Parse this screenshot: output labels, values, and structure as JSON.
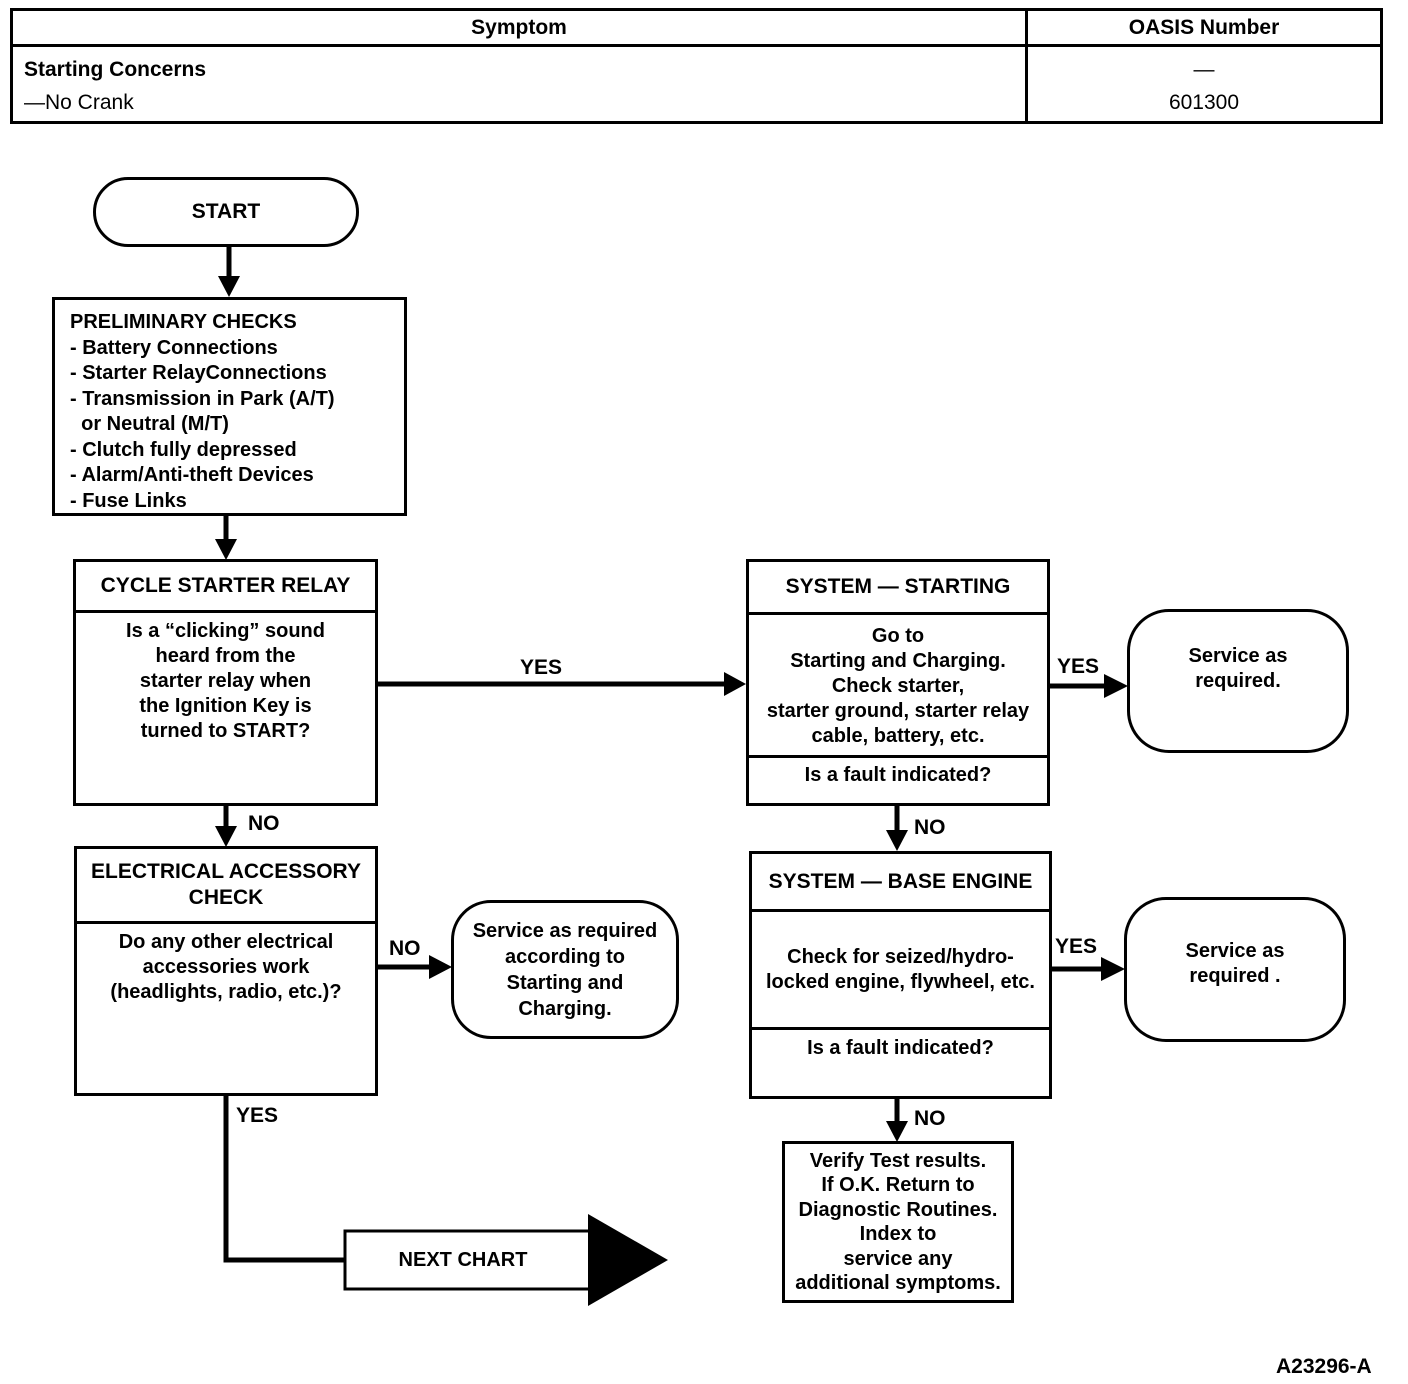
{
  "table": {
    "headers": {
      "symptom": "Symptom",
      "oasis": "OASIS Number"
    },
    "rows": [
      {
        "symptom": "Starting Concerns",
        "oasis": "—"
      },
      {
        "symptom": "—No Crank",
        "oasis": "601300"
      }
    ]
  },
  "flow": {
    "start": "START",
    "preliminary": {
      "title": "PRELIMINARY CHECKS",
      "items": [
        "- Battery Connections",
        "- Starter RelayConnections",
        "- Transmission in Park (A/T)",
        "  or Neutral (M/T)",
        "- Clutch fully depressed",
        "- Alarm/Anti-theft Devices",
        "- Fuse Links"
      ]
    },
    "cycle_relay": {
      "title": "CYCLE STARTER RELAY",
      "question": "Is a “clicking” sound\nheard from the\nstarter relay when\nthe Ignition Key is\nturned to START?"
    },
    "electrical_check": {
      "title": "ELECTRICAL ACCESSORY\nCHECK",
      "question": "Do any other electrical\naccessories work\n(headlights, radio, etc.)?"
    },
    "service_charging": "Service as required\naccording to\nStarting and\nCharging.",
    "system_starting": {
      "title": "SYSTEM — STARTING",
      "body": "Go to\nStarting and Charging.\nCheck starter,\nstarter ground, starter relay\ncable, battery, etc.",
      "question": "Is a fault indicated?"
    },
    "service_1": "Service as\nrequired.",
    "system_base": {
      "title": "SYSTEM — BASE ENGINE",
      "body": "Check for seized/hydro-\nlocked engine, flywheel, etc.",
      "question": "Is a fault indicated?"
    },
    "service_2": "Service as\nrequired .",
    "verify": "Verify Test results.\nIf O.K. Return to\nDiagnostic Routines.\nIndex to\nservice any\nadditional symptoms.",
    "next_chart": "NEXT CHART",
    "labels": {
      "yes_relay": "YES",
      "no_relay": "NO",
      "no_electrical": "NO",
      "yes_electrical": "YES",
      "yes_starting": "YES",
      "no_starting": "NO",
      "yes_base": "YES",
      "no_base": "NO"
    }
  },
  "figure_id": "A23296-A"
}
